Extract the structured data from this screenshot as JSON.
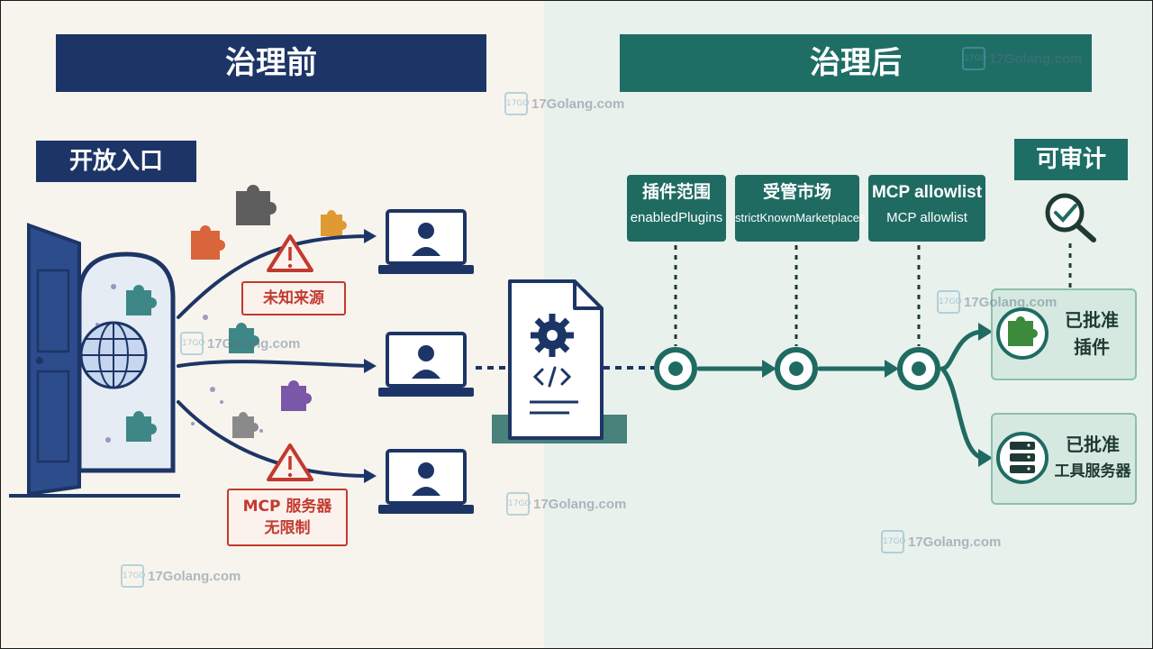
{
  "before": {
    "title": "治理前",
    "section_label": "开放入口",
    "warnings": [
      {
        "line1": "未知来源",
        "line2": ""
      },
      {
        "line1": "MCP 服务器",
        "line2": "无限制"
      }
    ]
  },
  "after": {
    "title": "治理后",
    "audit_label": "可审计",
    "gates": [
      {
        "title": "插件范围",
        "subtitle": "enabledPlugins"
      },
      {
        "title": "受管市场",
        "subtitle": "strictKnownMarketplaces"
      },
      {
        "title": "MCP allowlist",
        "subtitle": "MCP allowlist"
      }
    ],
    "approved": [
      {
        "line1": "已批准",
        "line2": "插件"
      },
      {
        "line1": "已批准",
        "line2": "工具服务器"
      }
    ]
  },
  "watermark": {
    "text": "17Golang.com",
    "logo": "17GO"
  },
  "colors": {
    "navy": "#1d3566",
    "teal": "#1e6e66",
    "warning": "#c23a2f",
    "approved_bg": "#d6e9e0"
  },
  "icons": [
    "open-door-icon",
    "globe-icon",
    "puzzle-piece-icon",
    "warning-triangle-icon",
    "laptop-user-icon",
    "config-file-icon",
    "gear-icon",
    "code-icon",
    "checkpoint-icon",
    "magnifier-check-icon",
    "plugin-icon",
    "server-icon"
  ]
}
